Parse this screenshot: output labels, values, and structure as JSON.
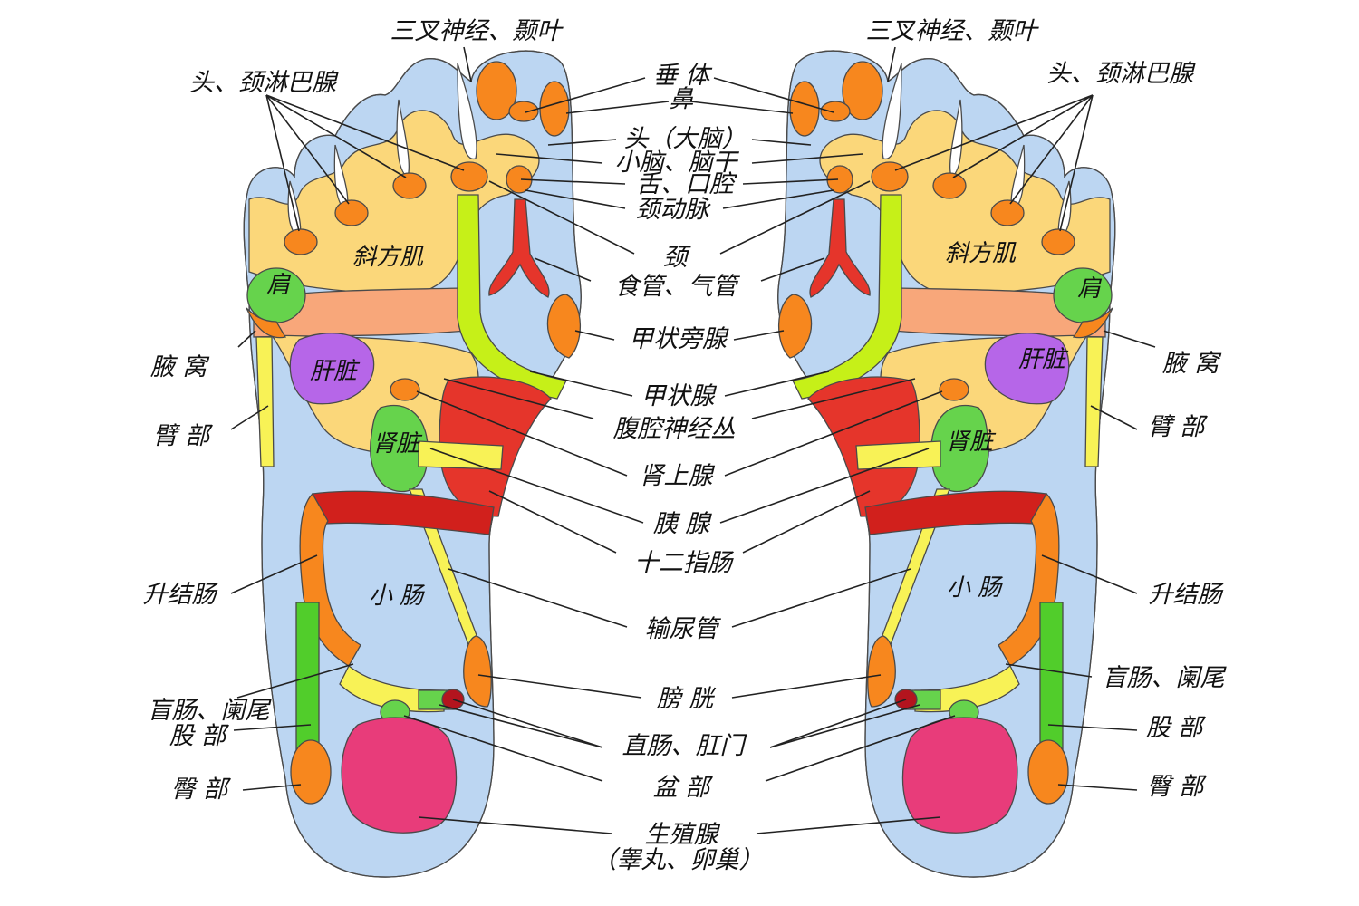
{
  "colors": {
    "foot": "#bcd6f2",
    "head_zone": "#fbd77a",
    "orange": "#f7871e",
    "green": "#66d34c",
    "lime": "#c6f018",
    "red": "#e5352b",
    "red_light": "#ef5f45",
    "yellow": "#f8f256",
    "purple": "#b666e8",
    "magenta": "#e83c7a",
    "salmon": "#f8a77a",
    "colon_green": "#51cd2b",
    "dark_red": "#b3141e"
  },
  "labels": {
    "trigeminal": "三叉神经、颞叶",
    "head_neck_lymph": "头、颈淋巴腺",
    "pituitary": "垂 体",
    "nose": "鼻",
    "head_brain": "头（大脑）",
    "cerebellum": "小脑、脑干",
    "tongue": "舌、口腔",
    "carotid": "颈动脉",
    "neck": "颈",
    "esophagus": "食管、气管",
    "trapezius": "斜方肌",
    "shoulder": "肩",
    "armpit": "腋 窝",
    "liver": "肝脏",
    "parathyroid": "甲状旁腺",
    "thyroid": "甲状腺",
    "celiac_plexus": "腹腔神经丛",
    "arm": "臂 部",
    "kidney": "肾脏",
    "adrenal": "肾上腺",
    "pancreas": "胰 腺",
    "duodenum": "十二指肠",
    "ascending_colon": "升结肠",
    "small_intestine": "小 肠",
    "ureter": "输尿管",
    "cecum": "盲肠、阑尾",
    "bladder": "膀 胱",
    "thigh": "股 部",
    "rectum": "直肠、肛门",
    "pelvis": "盆 部",
    "buttock": "臀 部",
    "genital": "生殖腺",
    "genital_note": "（睾丸、卵巢）"
  }
}
